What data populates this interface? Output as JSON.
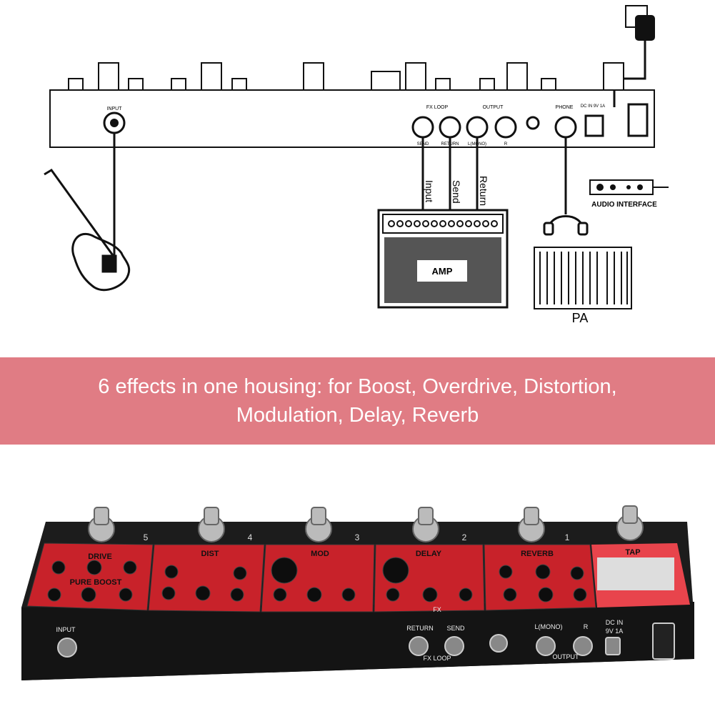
{
  "diagram": {
    "input_label": "INPUT",
    "fx_loop_label": "FX LOOP",
    "output_label": "OUTPUT",
    "phone_label": "PHONE",
    "dc_label": "DC IN 9V 1A",
    "send_label": "SEND",
    "return_label": "RETURN",
    "l_mono_label": "L(MONO)",
    "r_label": "R",
    "cable_input": "Input",
    "cable_send": "Send",
    "cable_return": "Return",
    "amp_label": "AMP",
    "audio_interface_label": "AUDIO INTERFACE",
    "pa_label": "PA"
  },
  "banner": {
    "line1": "6 effects in one housing: for Boost, Overdrive, Distortion,",
    "line2": "Modulation, Delay, Reverb"
  },
  "pedal": {
    "sections": [
      "DRIVE",
      "DIST",
      "MOD",
      "DELAY",
      "REVERB",
      "TAP"
    ],
    "sub_section": "PURE BOOST",
    "numbers": [
      "5",
      "4",
      "3",
      "2",
      "1"
    ],
    "input_label": "INPUT",
    "return_label": "RETURN",
    "send_label": "SEND",
    "fx_loop_label": "FX LOOP",
    "l_mono_label": "L(MONO)",
    "r_label": "R",
    "output_label": "OUTPUT",
    "dc_label_1": "DC IN",
    "dc_label_2": "9V 1A",
    "fx_label": "FX"
  },
  "colors": {
    "banner": "#e07c84",
    "pedal_body": "#1c1c1c",
    "pedal_red": "#c8222a"
  }
}
